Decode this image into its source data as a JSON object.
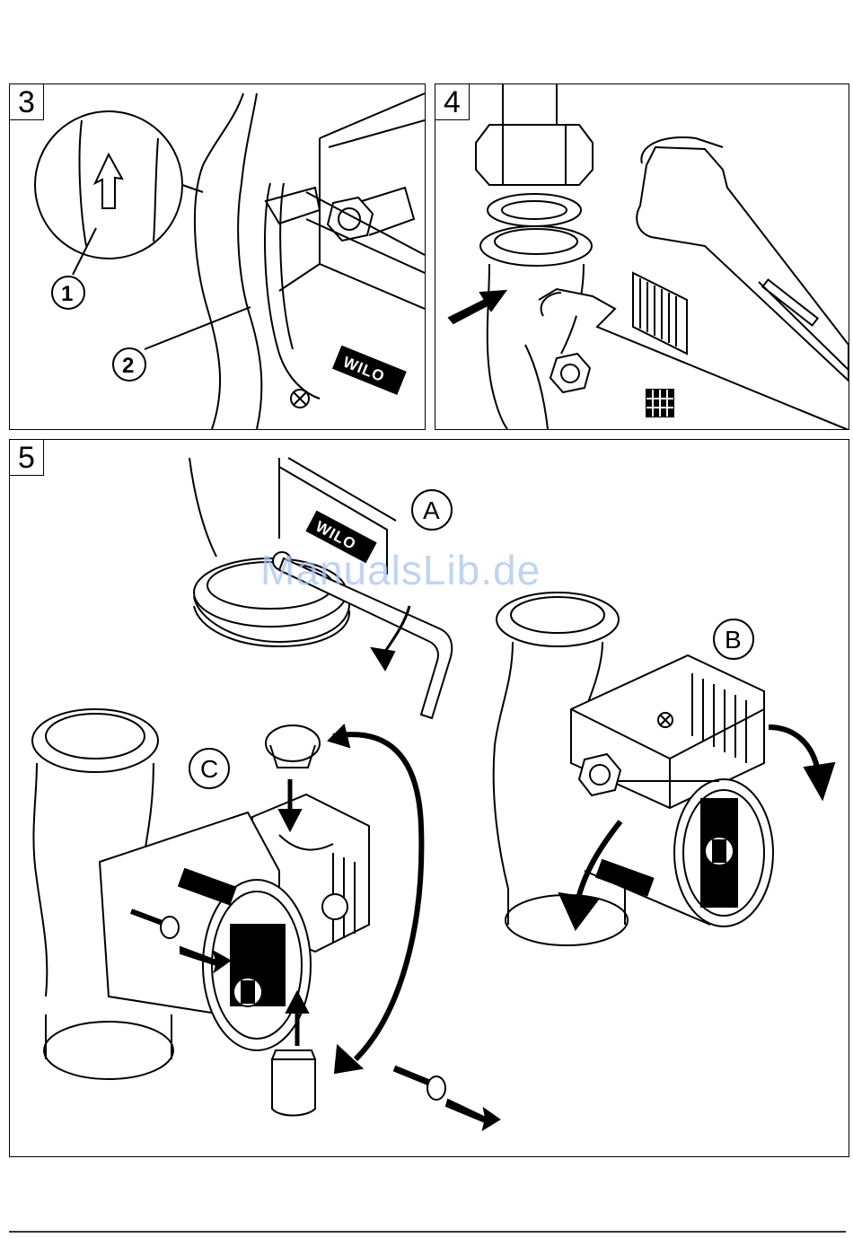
{
  "panels": {
    "p3": {
      "number": "3",
      "callouts": [
        "1",
        "2"
      ],
      "brand": "WILO"
    },
    "p4": {
      "number": "4"
    },
    "p5": {
      "number": "5",
      "steps": [
        "A",
        "B",
        "C"
      ],
      "brand": "WILO"
    }
  },
  "watermark": "ManualsLib.de"
}
